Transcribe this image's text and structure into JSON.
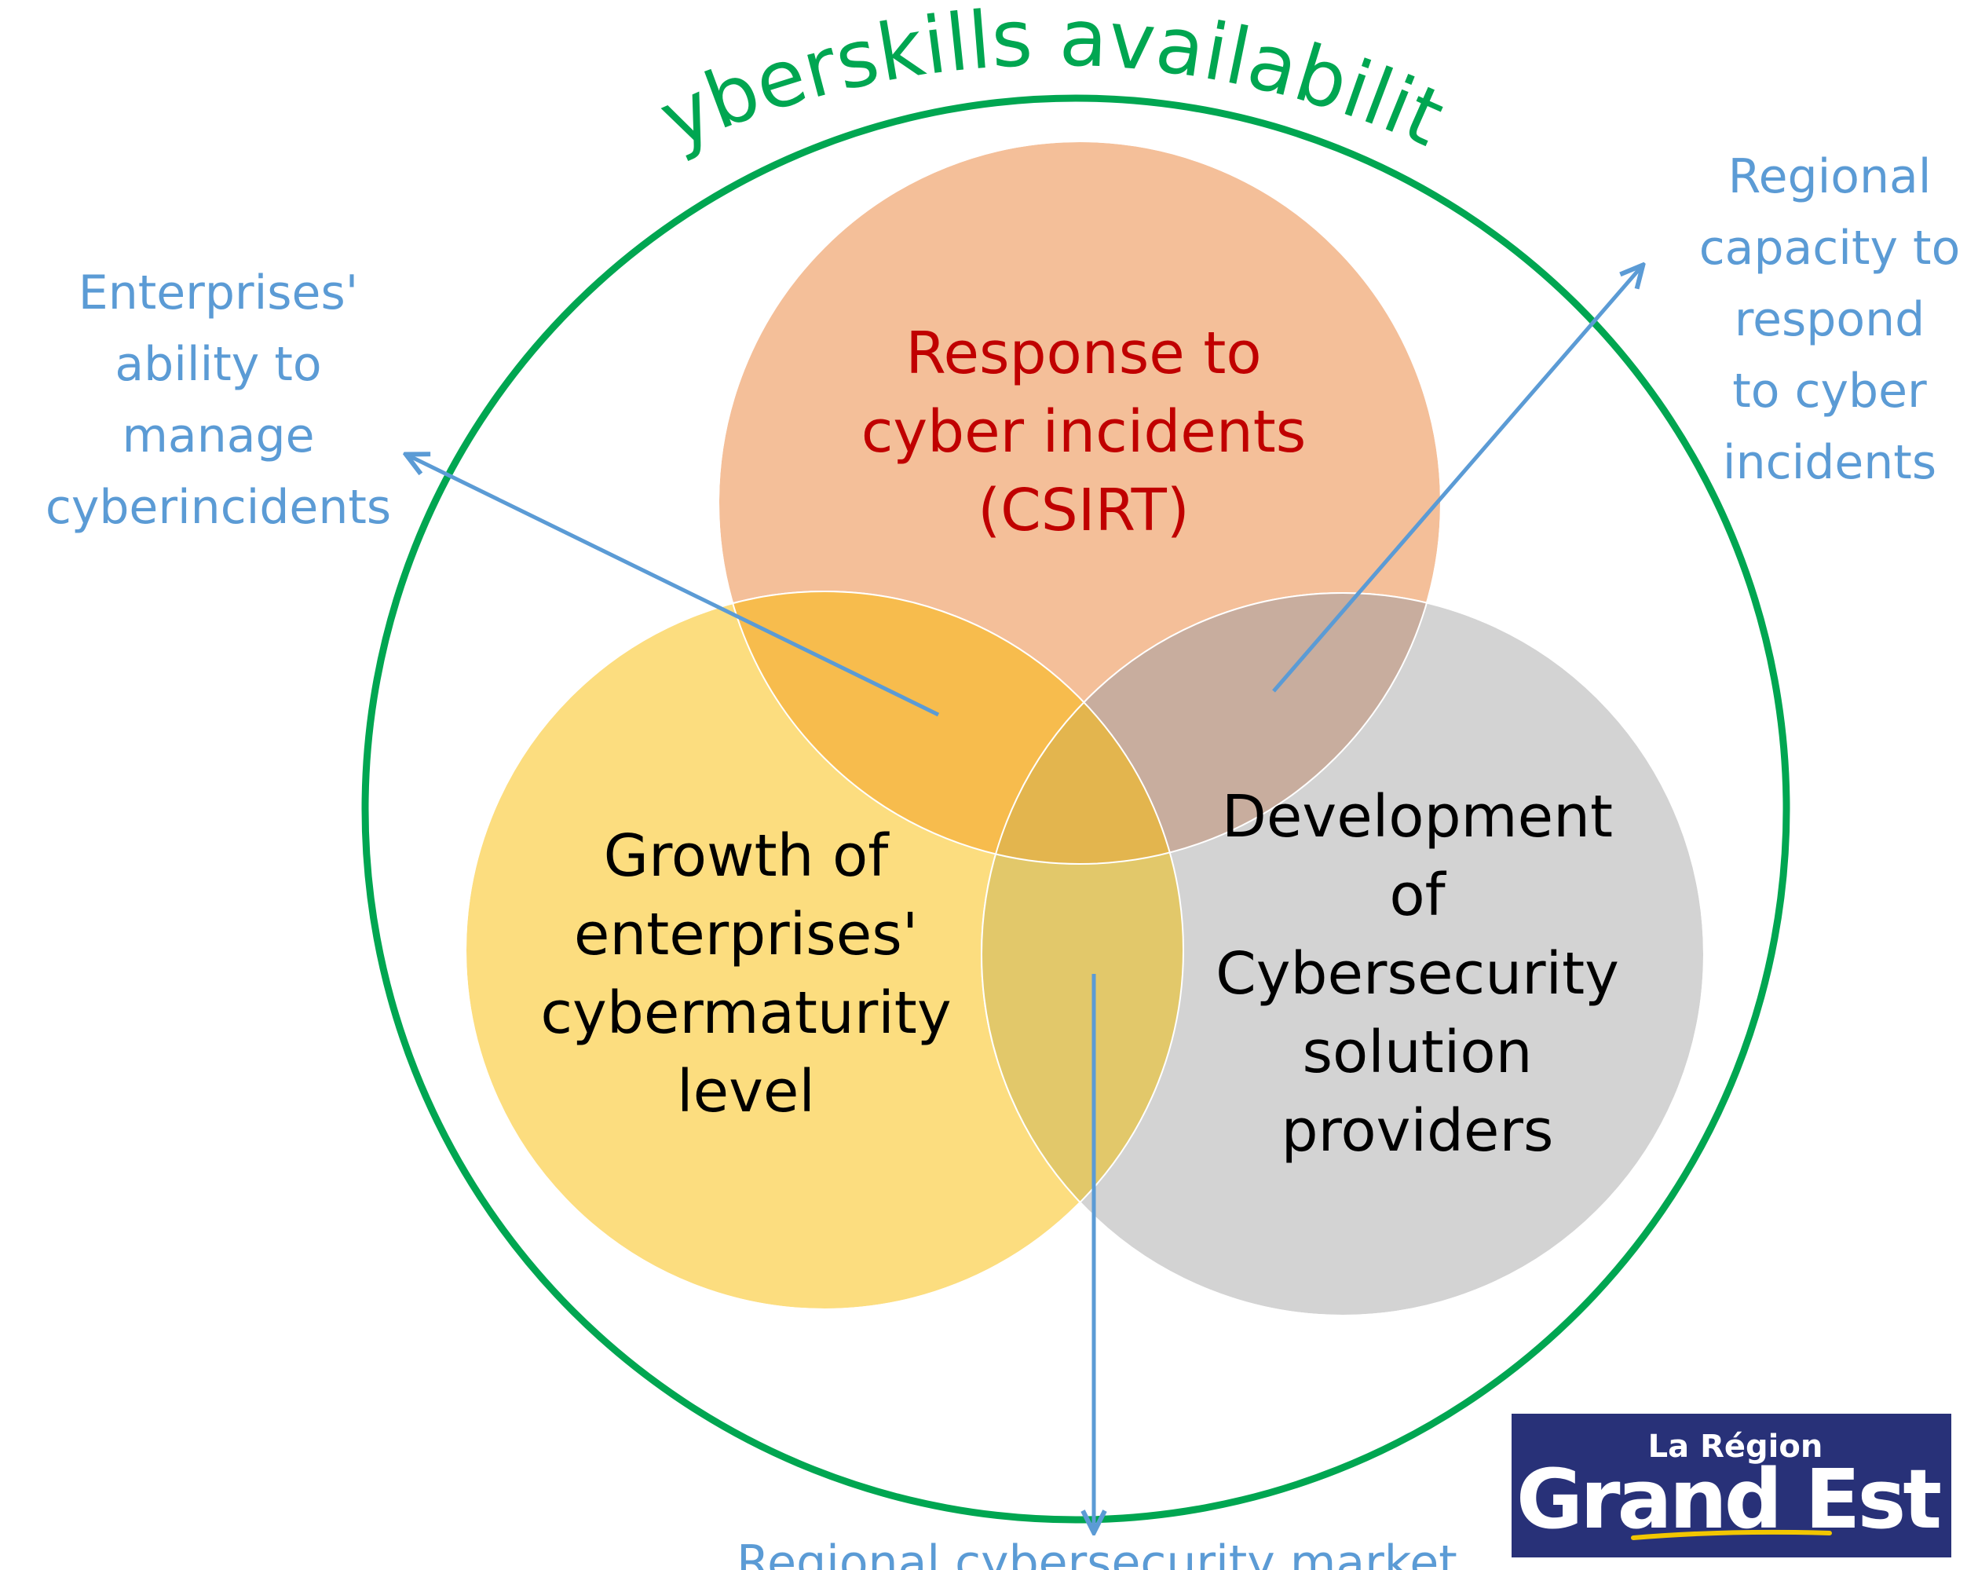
{
  "title": "Cyberskills availability",
  "circles": {
    "top": {
      "lines": [
        "Response to",
        "cyber incidents",
        "(CSIRT)"
      ]
    },
    "left": {
      "lines": [
        "Growth of",
        "enterprises'",
        "cybermaturity",
        "level"
      ]
    },
    "right": {
      "lines": [
        "Development",
        "of",
        "Cybersecurity",
        "solution",
        "providers"
      ]
    }
  },
  "outcomes": {
    "left": {
      "lines": [
        "Enterprises'",
        "ability to",
        "manage",
        "cyberincidents"
      ]
    },
    "right": {
      "lines": [
        "Regional",
        "capacity to",
        "respond",
        "to cyber",
        "incidents"
      ]
    },
    "bottom": {
      "lines": [
        "Regional cybersecurity market"
      ]
    }
  },
  "logo": {
    "small": "La Région",
    "big": "Grand Est"
  },
  "colors": {
    "outer_ring": "#00a651",
    "top_circle": "#f4bf99",
    "left_circle": "#fcdd7f",
    "right_circle": "#cfcfcf",
    "top_text": "#c00000",
    "arrow": "#5b9bd5",
    "logo_bg": "#283178",
    "logo_underline": "#f2c600"
  }
}
